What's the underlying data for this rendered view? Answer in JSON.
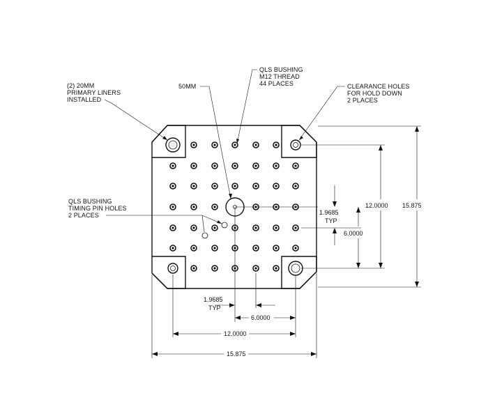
{
  "notes": {
    "primary_liners": [
      "(2) 20MM",
      "PRIMARY LINERS",
      "INSTALLED"
    ],
    "bore_50mm": [
      "50MM"
    ],
    "qls_bushing_thread": [
      "QLS BUSHING",
      "M12 THREAD",
      "44 PLACES"
    ],
    "clearance_holes": [
      "CLEARANCE HOLES",
      "FOR HOLD DOWN",
      "2 PLACES"
    ],
    "timing_pin_holes": [
      "QLS BUSHING",
      "TIMING PIN HOLES",
      "2 PLACES"
    ]
  },
  "dimensions": {
    "right_pitch": [
      "1.9685",
      "TYP"
    ],
    "right_6": "6.0000",
    "right_12": "12.0000",
    "right_overall": "15.875",
    "bottom_pitch": [
      "1.9685",
      "TYP"
    ],
    "bottom_6": "6.0000",
    "bottom_12": "12.0000",
    "bottom_overall": "15.875"
  }
}
